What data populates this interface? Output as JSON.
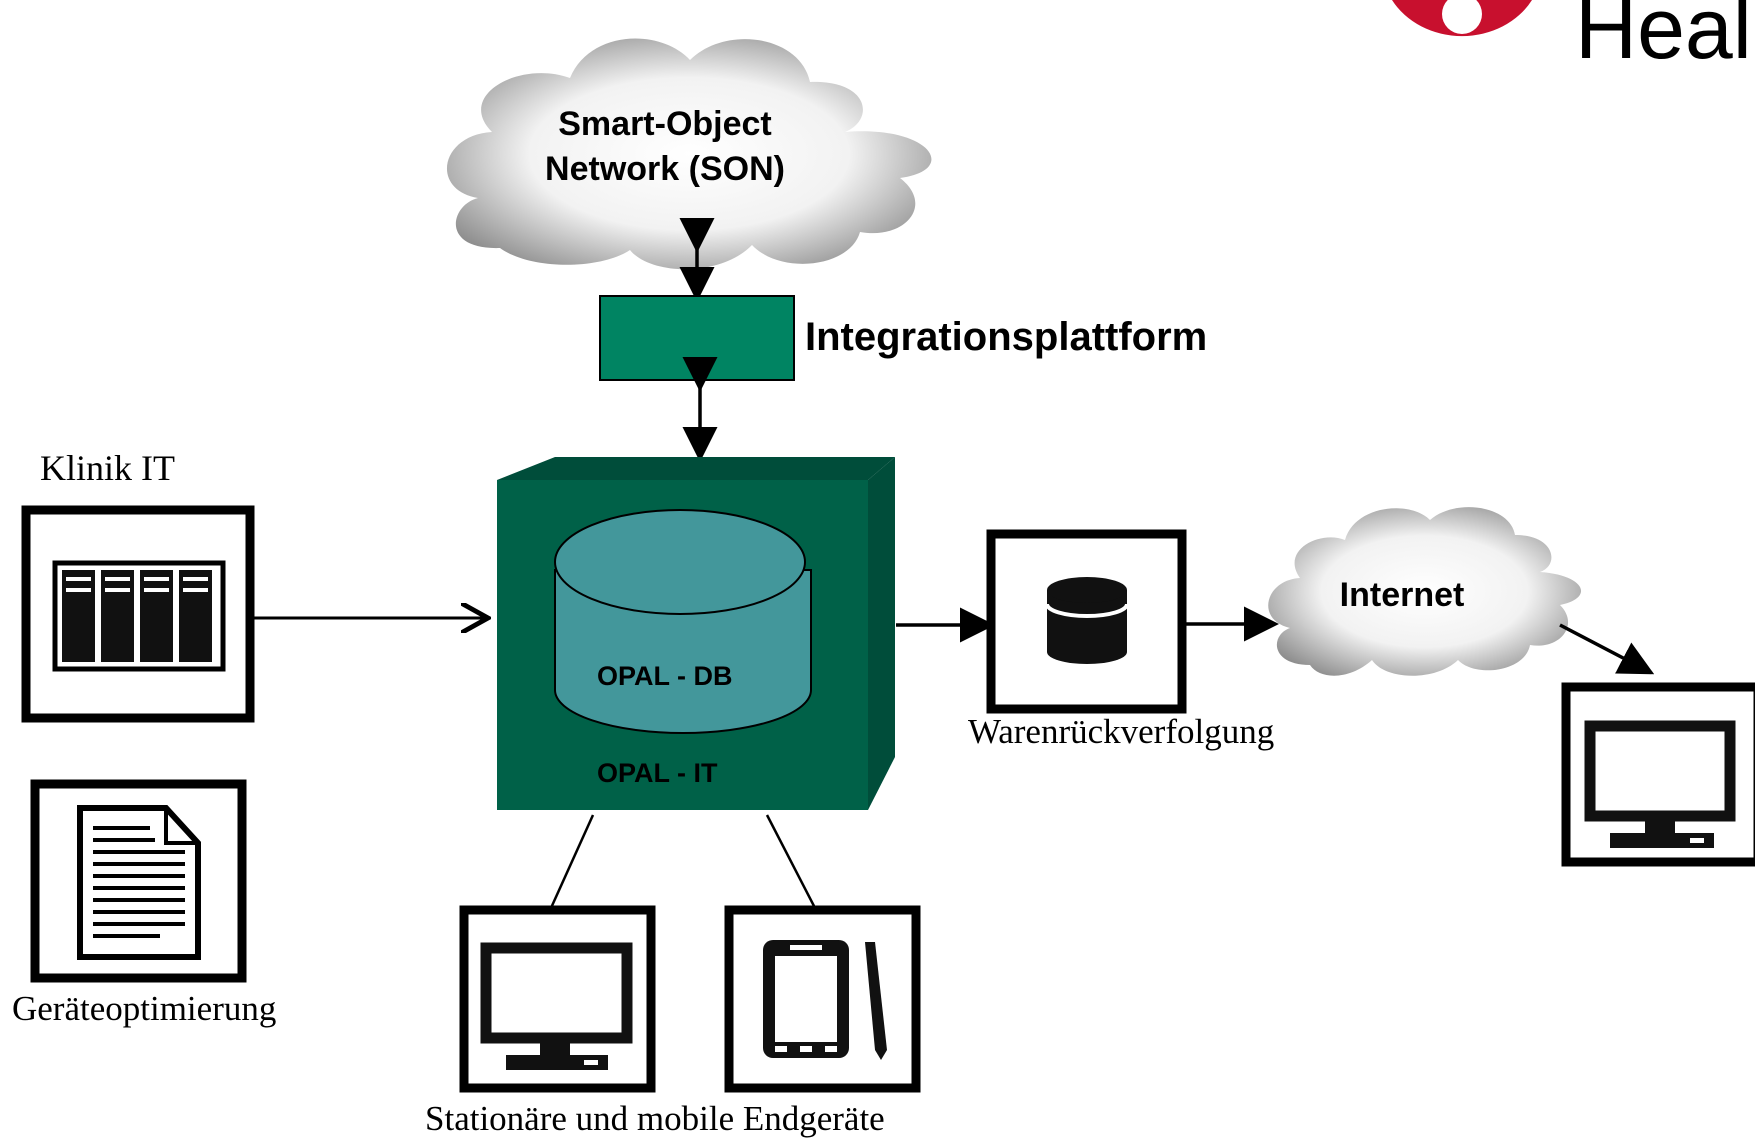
{
  "colors": {
    "green": "#008462",
    "dark_green": "#006148",
    "box_side": "#004d3a",
    "db_teal": "#43979b",
    "logo_red": "#c8102e"
  },
  "logo": {
    "text": "Heal"
  },
  "nodes": {
    "son_cloud": {
      "label_line1": "Smart-Object",
      "label_line2": "Network (SON)"
    },
    "integration": {
      "label": "Integrationsplattform"
    },
    "opal_db": {
      "label": "OPAL - DB"
    },
    "opal_it": {
      "label": "OPAL - IT"
    },
    "klinik_it": {
      "label": "Klinik IT",
      "icon": "server-icon"
    },
    "geraete": {
      "label": "Geräteoptimierung",
      "icon": "document-icon"
    },
    "endgeraete": {
      "label": "Stationäre und mobile Endgeräte",
      "icons": [
        "monitor-icon",
        "tablet-icon"
      ]
    },
    "waren": {
      "label": "Warenrückverfolgung",
      "icon": "database-icon"
    },
    "internet": {
      "label": "Internet"
    },
    "client": {
      "icon": "monitor-icon"
    }
  }
}
